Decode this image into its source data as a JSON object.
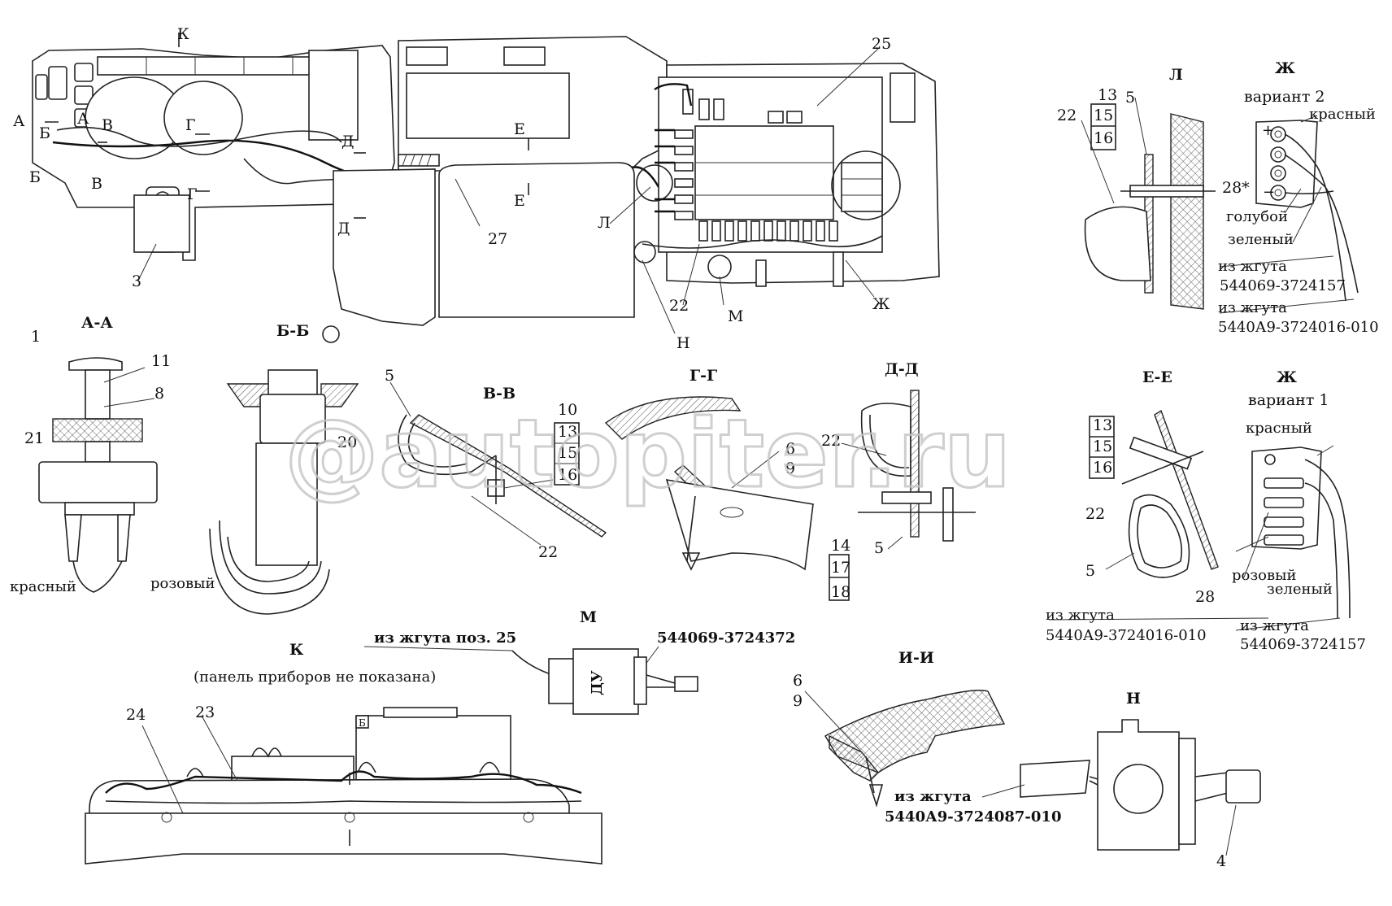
{
  "labels": {
    "k_top": "К",
    "a1": "А",
    "a2": "А",
    "b1": "Б",
    "b2": "Б",
    "v1": "В",
    "v2": "В",
    "g1": "Г",
    "g2": "Г",
    "d1": "Д",
    "d2": "Д",
    "e1": "Е",
    "e2": "Е",
    "l": "Л",
    "m": "М",
    "n": "Н",
    "zh": "Ж",
    "p25": "25",
    "p27": "27",
    "p3": "3",
    "p22_main": "22"
  },
  "sections": {
    "aa": "А-А",
    "bb": "Б-Б",
    "vv": "В-В",
    "gg": "Г-Г",
    "dd": "Д-Д",
    "ee": "Е-Е",
    "ii": "И-И",
    "k": "К",
    "m": "М",
    "n": "Н",
    "l": "Л",
    "zh2": "Ж",
    "zh1": "Ж"
  },
  "texts": {
    "var2": "вариант 2",
    "var1": "вариант 1",
    "k_note": "(панель приборов не показана)",
    "m_from": "из жгута поз. 25",
    "m_part": "544069-3724372",
    "m_du": "ДУ",
    "n_from": "из жгута",
    "n_part": "5440А9-3724087-010",
    "zh2_from1": "из жгута",
    "zh2_part1": "544069-3724157",
    "zh2_from2": "из жгута",
    "zh2_part2": "5440А9-3724016-010",
    "zh1_from1": "из жгута",
    "zh1_part1": "5440А9-3724016-010",
    "zh1_from2": "из жгута",
    "zh1_part2": "544069-3724157",
    "k_label_b": "Б"
  },
  "wires": {
    "red": "красный",
    "pink": "розовый",
    "blue": "голубой",
    "green": "зеленый",
    "zh1_red": "красный",
    "zh1_pink": "розовый",
    "zh1_green": "зеленый",
    "aa_red": "красный",
    "aa_pink": "розовый"
  },
  "nums": {
    "aa_1": "1",
    "aa_11": "11",
    "aa_8": "8",
    "aa_21": "21",
    "bb_20": "20",
    "vv_5": "5",
    "vv_10": "10",
    "vv_13": "13",
    "vv_15": "15",
    "vv_16": "16",
    "vv_22": "22",
    "gg_6": "6",
    "gg_9": "9",
    "dd_22": "22",
    "dd_14": "14",
    "dd_17": "17",
    "dd_18": "18",
    "dd_5": "5",
    "ee_13": "13",
    "ee_15": "15",
    "ee_16": "16",
    "ee_22": "22",
    "ee_5": "5",
    "l_22": "22",
    "l_13": "13",
    "l_15": "15",
    "l_16": "16",
    "l_5": "5",
    "zh2_28": "28*",
    "zh1_28": "28",
    "k_24": "24",
    "k_23": "23",
    "ii_6": "6",
    "ii_9": "9",
    "n_4": "4"
  },
  "zh2_signs": {
    "plus": "+",
    "minus": "−"
  },
  "watermark": "@autopiter.ru"
}
